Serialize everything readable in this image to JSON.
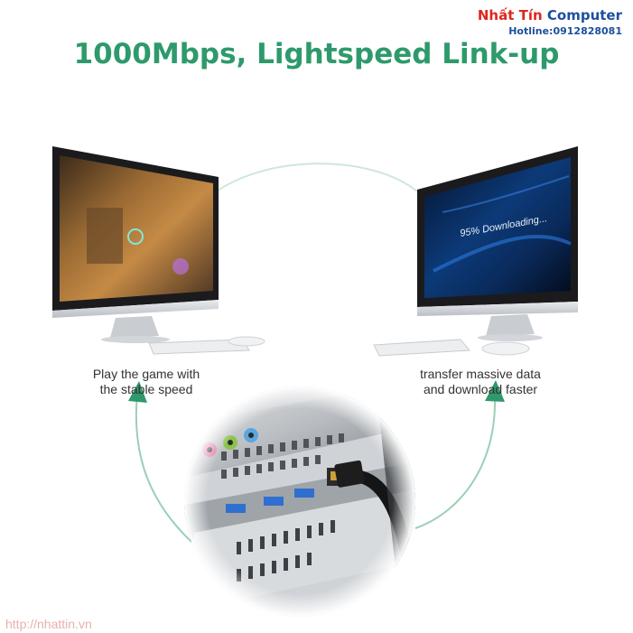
{
  "brand": {
    "name_red": "Nhất Tín",
    "name_blue": "Computer",
    "hotline": "Hotline:0912828081"
  },
  "headline": "1000Mbps, Lightspeed Link-up",
  "left_caption": {
    "line1": "Play the game with",
    "line2": "the stable speed"
  },
  "right_caption": {
    "line1": "transfer massive data",
    "line2": "and download faster"
  },
  "download_screen_text": "95% Downloading...",
  "watermark_url": "http://nhattin.vn",
  "colors": {
    "accent_green": "#2e9a6b",
    "arc_green": "#cfe7db",
    "brand_red": "#e0261d",
    "brand_blue": "#1d4f9e"
  }
}
